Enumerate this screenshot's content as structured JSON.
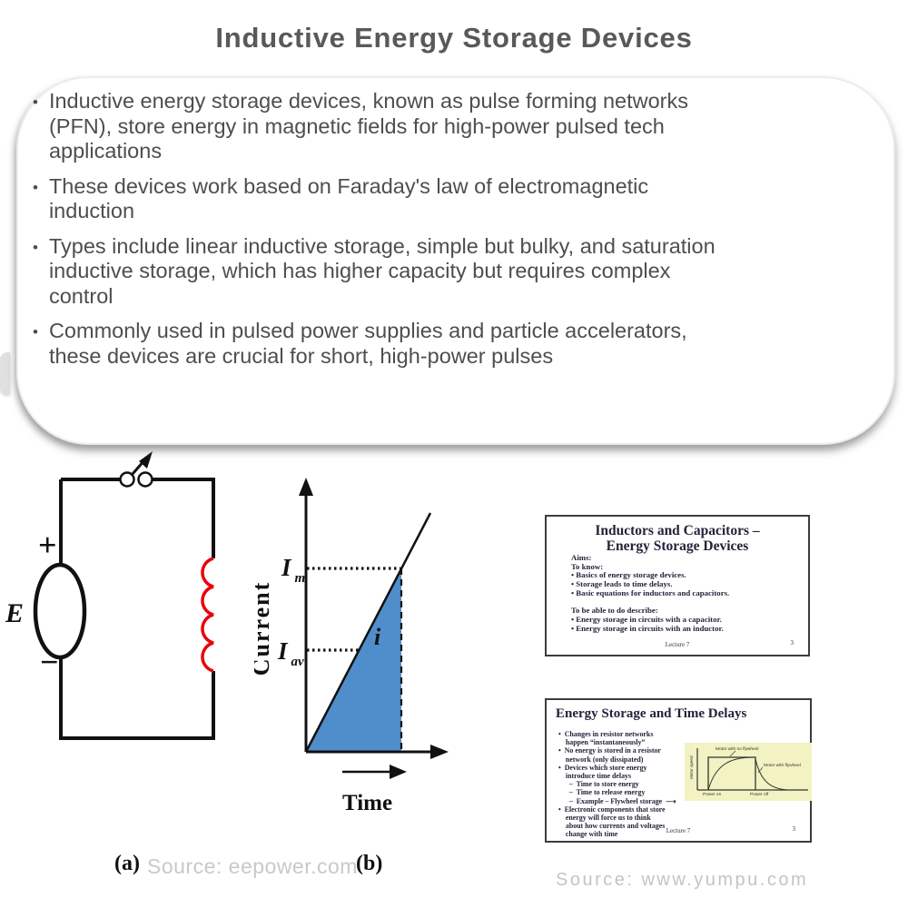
{
  "title": "Inductive Energy Storage Devices",
  "main_box": {
    "bullets": [
      "Inductive energy storage devices, known as pulse forming networks\n(PFN), store energy in magnetic fields for high-power pulsed tech\napplications",
      "These devices work based on Faraday's law of electromagnetic\ninduction",
      "Types include linear inductive storage, simple but bulky, and saturation\ninductive storage, which has higher capacity but requires complex\ncontrol",
      "Commonly used in pulsed power supplies and particle accelerators,\nthese devices are crucial for short, high-power pulses"
    ]
  },
  "figure_a": {
    "caption": "(a)",
    "source": "Source: eepower.com",
    "labels": {
      "emf": "E",
      "plus": "+",
      "minus": "−"
    },
    "colors": {
      "wire": "#111111",
      "coil": "#e8000d"
    }
  },
  "figure_b": {
    "caption": "(b)",
    "y_axis": "Current",
    "x_axis": "Time",
    "current_label": "i",
    "im": {
      "base": "I",
      "sub": "m"
    },
    "iav": {
      "base": "I",
      "sub": "av"
    },
    "colors": {
      "area_fill": "#4f8ecb"
    }
  },
  "slides": [
    {
      "title": "Inductors and Capacitors –\nEnergy Storage Devices",
      "body": "Aims:\nTo know:\n• Basics of energy storage devices.\n• Storage leads to time delays.\n• Basic equations for inductors and capacitors.\n\nTo be able to do describe:\n• Energy storage in circuits with a capacitor.\n• Energy storage in circuits with an inductor.",
      "footer": "Lecture 7",
      "page": "3"
    },
    {
      "title": "Energy Storage and Time Delays",
      "body": "•  Changes in resistor networks\n    happen “instantaneously”\n•  No energy is stored in a resistor\n    network (only dissipated)\n•  Devices which store energy\n    introduce time delays\n      –  Time to store energy\n      –  Time to release energy\n      –  Example – Flywheel storage  ⟶\n•  Electronic components that store\n    energy will force us to think\n    about how currents and voltages\n    change with time",
      "footer": "Lecture 7",
      "page": "3",
      "inset": {
        "bg": "#f2f2c2",
        "y_axis": "Motor speed",
        "no_flywheel": "Motor with no flywheel",
        "flywheel": "Motor with flywheel",
        "power_on": "Power on",
        "power_off": "Power off"
      }
    }
  ],
  "source_right": "Source: www.yumpu.com"
}
